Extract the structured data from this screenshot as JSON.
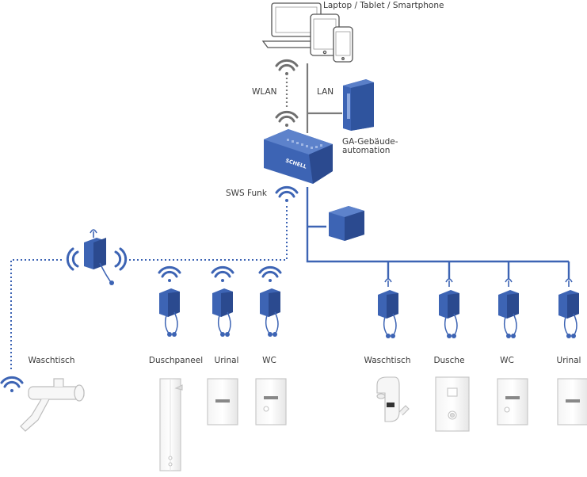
{
  "labels": {
    "top_devices": "Laptop / Tablet / Smartphone",
    "wlan": "WLAN",
    "lan": "LAN",
    "building_automation_line1": "GA-Gebäude-",
    "building_automation_line2": "automation",
    "controller_brand": "SCHELL",
    "sws_funk": "SWS Funk"
  },
  "wireless_fixtures": [
    "Waschtisch",
    "Duschpaneel",
    "Urinal",
    "WC"
  ],
  "wired_fixtures": [
    "Waschtisch",
    "Dusche",
    "WC",
    "Urinal"
  ],
  "colors": {
    "accent_blue": "#3d64b4",
    "dark_blue": "#2b4a8f",
    "line_gray": "#7a7a7a",
    "wifi_gray": "#6f6f6f",
    "text": "#3a3a3a"
  }
}
